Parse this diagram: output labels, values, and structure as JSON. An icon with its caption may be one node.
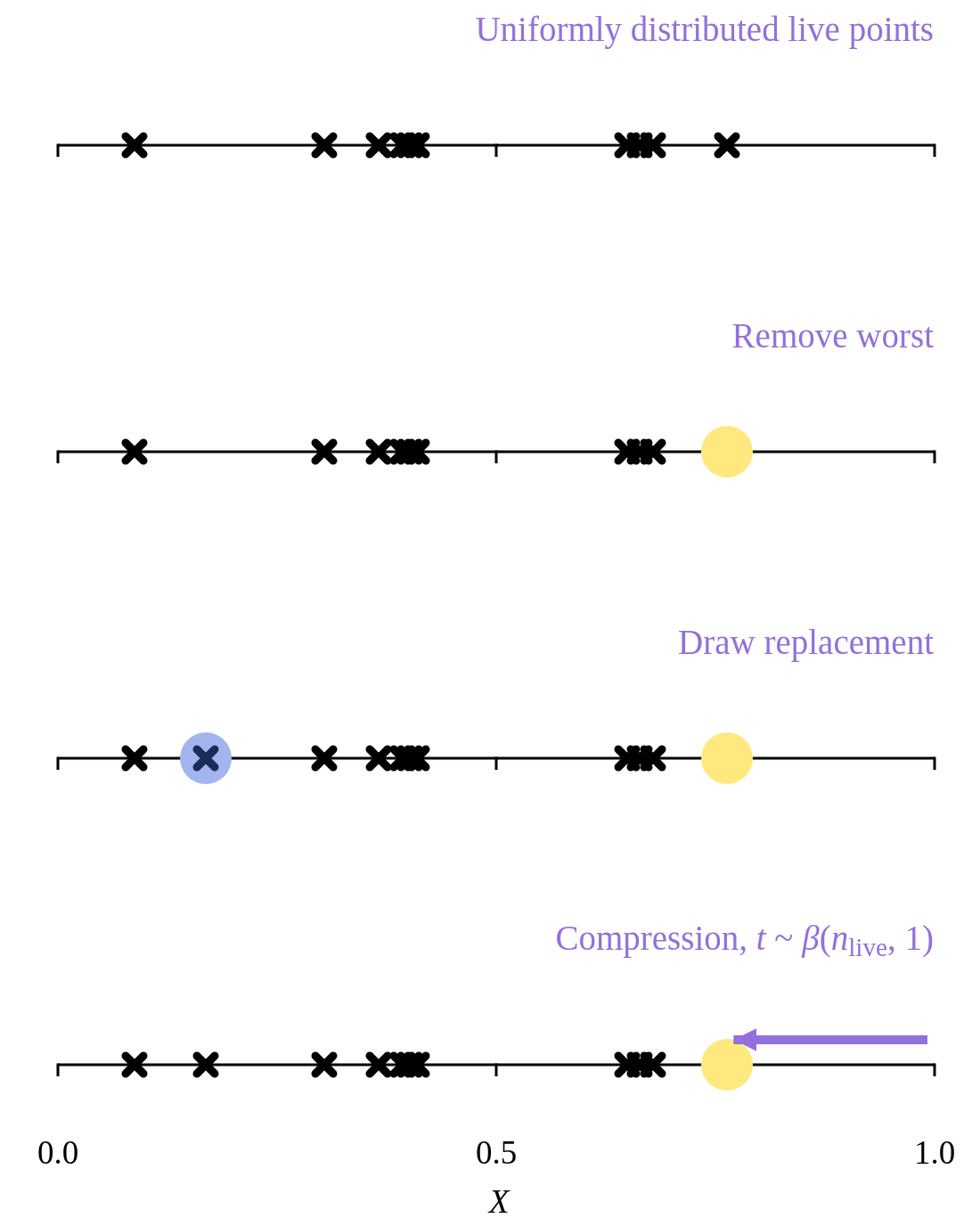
{
  "diagram": {
    "nodes": [
      {
        "text": [],
        "shape": "circle"
      },
      {
        "text": [],
        "shape": "circle"
      },
      {
        "text": [],
        "shape": "circle"
      },
      {
        "text": [],
        "shape": "circle"
      }
    ],
    "edges": [
      {
        "from": null,
        "to": 3,
        "arrow": "to"
      }
    ],
    "labels": [
      "Uniformly distributed live points",
      "Remove worst",
      "Draw replacement",
      "Compression, *t* ~ *β*(*n*$_{live}$, 1)",
      "0.0",
      "0.5",
      "1.0",
      "X"
    ]
  }
}
